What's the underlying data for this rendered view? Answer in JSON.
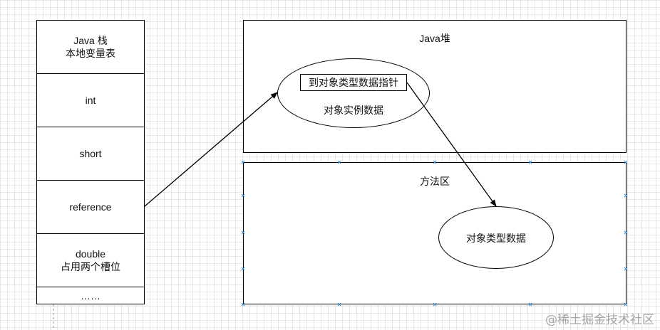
{
  "stack": {
    "header_line1": "Java 栈",
    "header_line2": "本地变量表",
    "slots": [
      "int",
      "short",
      "reference"
    ],
    "double_line1": "double",
    "double_line2": "占用两个槽位",
    "ellipsis": "……"
  },
  "heap": {
    "title": "Java堆",
    "pointer_label": "到对象类型数据指针",
    "instance_label": "对象实例数据"
  },
  "method_area": {
    "title": "方法区",
    "type_data_label": "对象类型数据"
  },
  "watermark": "@稀土掘金技术社区"
}
